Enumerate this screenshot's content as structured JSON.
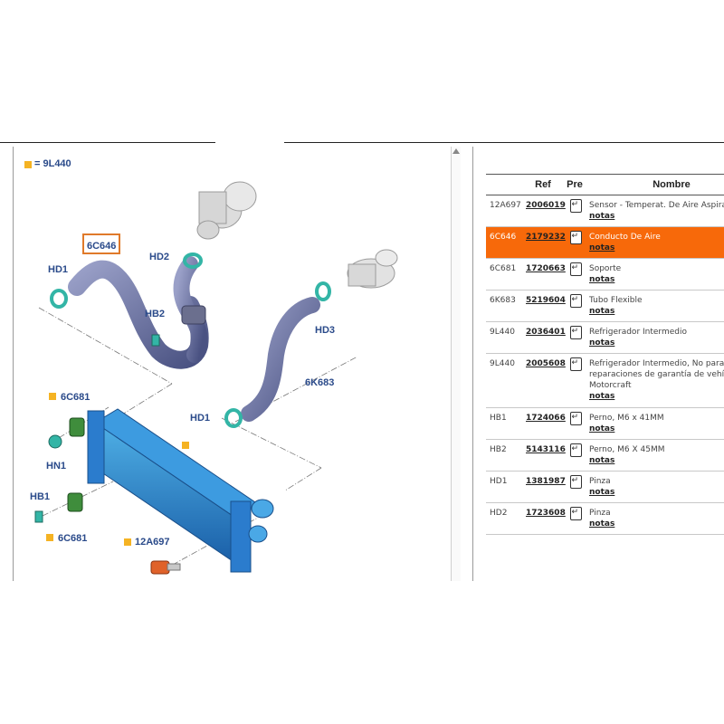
{
  "legend": {
    "label": "= 9L440",
    "color": "#f5b323"
  },
  "diagram": {
    "boxed_label": "6C646",
    "labels": [
      {
        "id": "hd1-top",
        "text": "HD1"
      },
      {
        "id": "hd2",
        "text": "HD2"
      },
      {
        "id": "hb2",
        "text": "HB2"
      },
      {
        "id": "hd3",
        "text": "HD3"
      },
      {
        "id": "6k683",
        "text": "6K683"
      },
      {
        "id": "6c681-top",
        "text": "6C681"
      },
      {
        "id": "hn1",
        "text": "HN1"
      },
      {
        "id": "hd1-bottom",
        "text": "HD1"
      },
      {
        "id": "hb1",
        "text": "HB1"
      },
      {
        "id": "6c681-bottom",
        "text": "6C681"
      },
      {
        "id": "12a697",
        "text": "12A697"
      }
    ]
  },
  "table": {
    "headers": [
      "Ref",
      "Pre",
      "Nombre"
    ],
    "selected_color": "#f7690a",
    "rows": [
      {
        "code": "12A697",
        "ref": "2006019",
        "name": "Sensor - Temperat. De Aire Aspirado",
        "notes": "notas",
        "selected": false
      },
      {
        "code": "6C646",
        "ref": "2179232",
        "name": "Conducto De Aire",
        "notes": "notas",
        "selected": true
      },
      {
        "code": "6C681",
        "ref": "1720663",
        "name": "Soporte",
        "notes": "notas",
        "selected": false
      },
      {
        "code": "6K683",
        "ref": "5219604",
        "name": "Tubo Flexible",
        "notes": "notas",
        "selected": false
      },
      {
        "code": "9L440",
        "ref": "2036401",
        "name": "Refrigerador Intermedio",
        "notes": "notas",
        "selected": false
      },
      {
        "code": "9L440",
        "ref": "2005608",
        "name": "Refrigerador Intermedio, No para reparaciones de garantía de vehículos Motorcraft",
        "notes": "notas",
        "selected": false
      },
      {
        "code": "HB1",
        "ref": "1724066",
        "name": "Perno, M6 x 41MM",
        "notes": "notas",
        "selected": false
      },
      {
        "code": "HB2",
        "ref": "5143116",
        "name": "Perno, M6 X 45MM",
        "notes": "notas",
        "selected": false
      },
      {
        "code": "HD1",
        "ref": "1381987",
        "name": "Pinza",
        "notes": "notas",
        "selected": false
      },
      {
        "code": "HD2",
        "ref": "1723608",
        "name": "Pinza",
        "notes": "notas",
        "selected": false
      }
    ]
  }
}
